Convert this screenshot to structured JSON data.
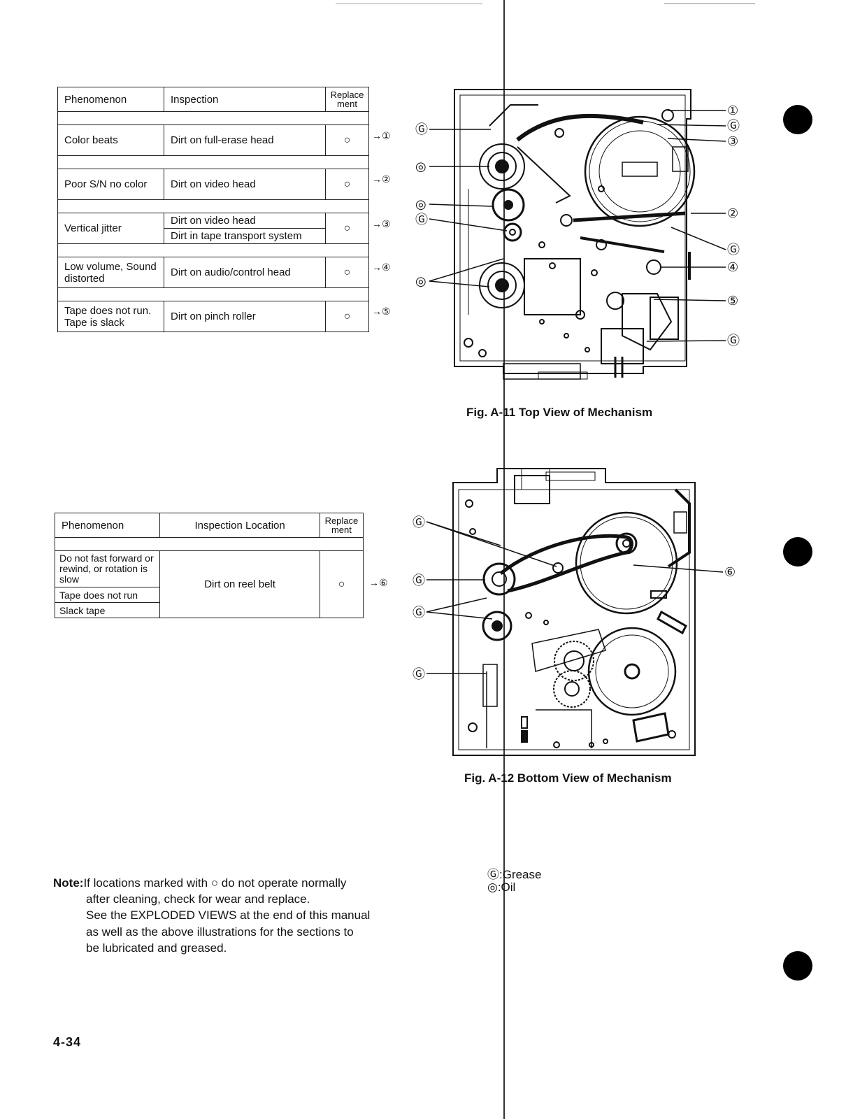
{
  "table1": {
    "headers": {
      "phenomenon": "Phenomenon",
      "inspection": "Inspection",
      "replacement": "Replace ment"
    },
    "rows": [
      {
        "phenomenon": "Color beats",
        "inspection": "Dirt on full-erase head",
        "mark": "○",
        "ref": "→①"
      },
      {
        "phenomenon": "Poor S/N no color",
        "inspection": "Dirt on video head",
        "mark": "○",
        "ref": "→②"
      },
      {
        "phenomenon": "Vertical jitter",
        "inspection": "Dirt on video head",
        "inspection2": "Dirt in tape transport system",
        "mark": "○",
        "ref": "→③"
      },
      {
        "phenomenon": "Low volume, Sound distorted",
        "inspection": "Dirt on audio/control head",
        "mark": "○",
        "ref": "→④"
      },
      {
        "phenomenon": "Tape does not run. Tape is slack",
        "inspection": "Dirt on pinch roller",
        "mark": "○",
        "ref": "→⑤"
      }
    ]
  },
  "table2": {
    "headers": {
      "phenomenon": "Phenomenon",
      "inspection": "Inspection Location",
      "replacement": "Replace ment"
    },
    "phenomena": [
      "Do not fast forward or rewind, or rotation is slow",
      "Tape does not run",
      "Slack tape"
    ],
    "inspection": "Dirt on reel belt",
    "mark": "○",
    "ref": "→⑥"
  },
  "fig1": {
    "caption": "Fig. A-11 Top View of Mechanism",
    "callouts_right": [
      "①",
      "Ⓖ",
      "③",
      "②",
      "Ⓖ",
      "④",
      "⑤",
      "Ⓖ"
    ],
    "callouts_left": [
      "Ⓖ",
      "◎",
      "◎",
      "Ⓖ",
      "◎"
    ]
  },
  "fig2": {
    "caption": "Fig. A-12 Bottom View of Mechanism",
    "callouts_right": [
      "⑥"
    ],
    "callouts_left": [
      "Ⓖ",
      "Ⓖ",
      "Ⓖ",
      "Ⓖ"
    ]
  },
  "legend": {
    "grease": "Ⓖ:Grease",
    "oil": "◎:Oil"
  },
  "note": {
    "label": "Note:",
    "text": "If locations marked with ○ do not operate normally",
    "lines": [
      "after cleaning, check for wear and replace.",
      "See the EXPLODED VIEWS at the end of this manual",
      "as well as the above illustrations for the sections to",
      "be lubricated and greased."
    ]
  },
  "page_number": "4-34"
}
